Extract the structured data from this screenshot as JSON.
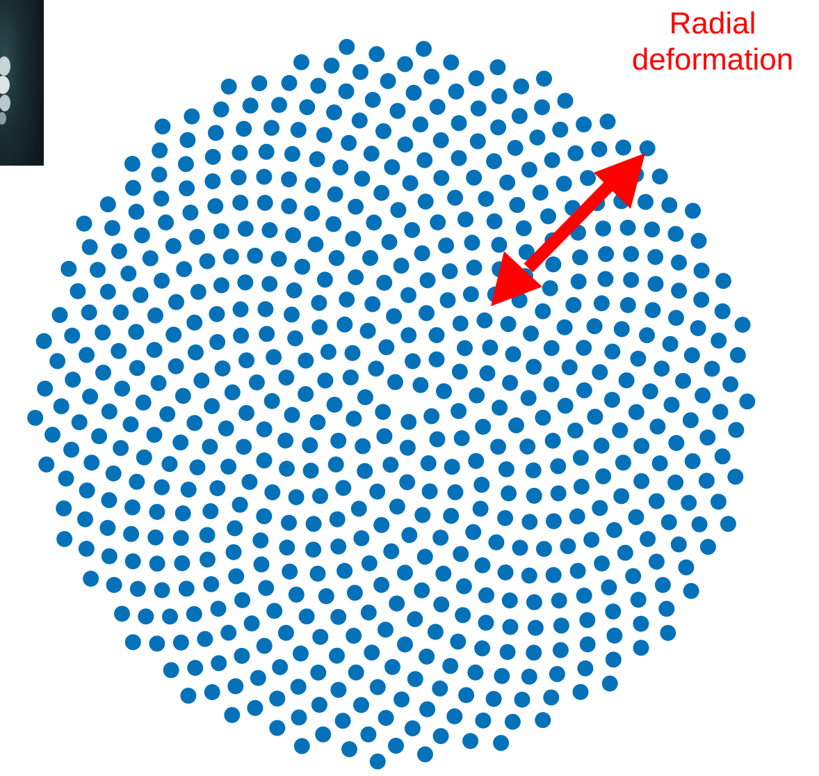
{
  "annotation": {
    "line1": "Radial",
    "line2": "deformation"
  },
  "pattern": {
    "type": "phyllotaxis-spiral",
    "floret_count": 630,
    "divergence_angle_deg": 137.508
  },
  "colors": {
    "floret": "#0571b8",
    "arrow": "#ff0000",
    "label": "#ff0000",
    "background": "#ffffff",
    "photo_dark": "#0e1a1d",
    "photo_mid": "#2f4e51",
    "photo_light": "#dfe9eb"
  }
}
